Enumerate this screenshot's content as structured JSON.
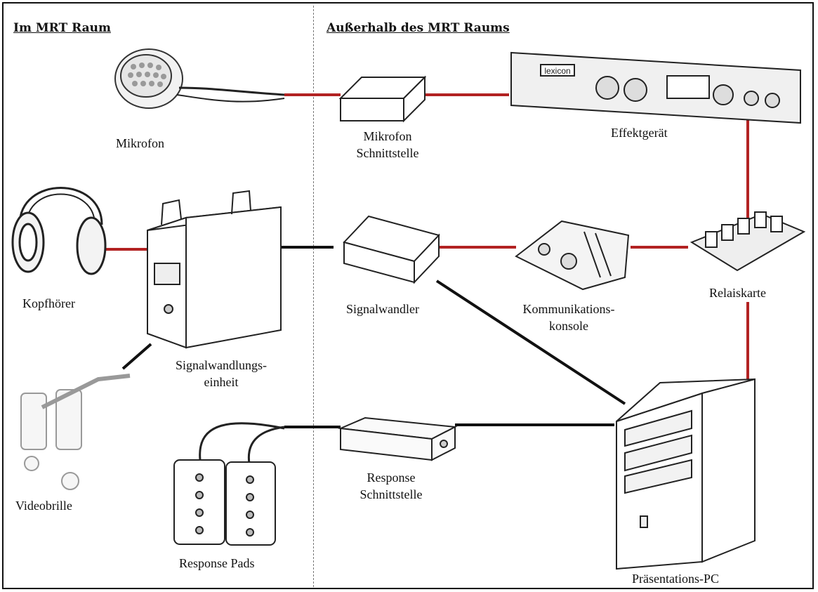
{
  "headings": {
    "inside": "Im MRT Raum",
    "outside": "Außerhalb des MRT Raums"
  },
  "labels": {
    "mikrofon": "Mikrofon",
    "mikrofon_schnittstelle_1": "Mikrofon",
    "mikrofon_schnittstelle_2": "Schnittstelle",
    "effektgeraet": "Effektgerät",
    "effekt_brand": "lexicon",
    "kopfhoerer": "Kopfhörer",
    "signalwandlungseinheit_1": "Signalwandlungs-",
    "signalwandlungseinheit_2": "einheit",
    "signalwandler": "Signalwandler",
    "kommunikationskonsole_1": "Kommunikations-",
    "kommunikationskonsole_2": "konsole",
    "relaiskarte": "Relaiskarte",
    "videobrille": "Videobrille",
    "response_pads": "Response Pads",
    "response_schnittstelle_1": "Response",
    "response_schnittstelle_2": "Schnittstelle",
    "praesentations_pc": "Präsentations-PC"
  },
  "colors": {
    "audio_link": "#b22222",
    "signal_link": "#111111",
    "divider": "#777777"
  }
}
